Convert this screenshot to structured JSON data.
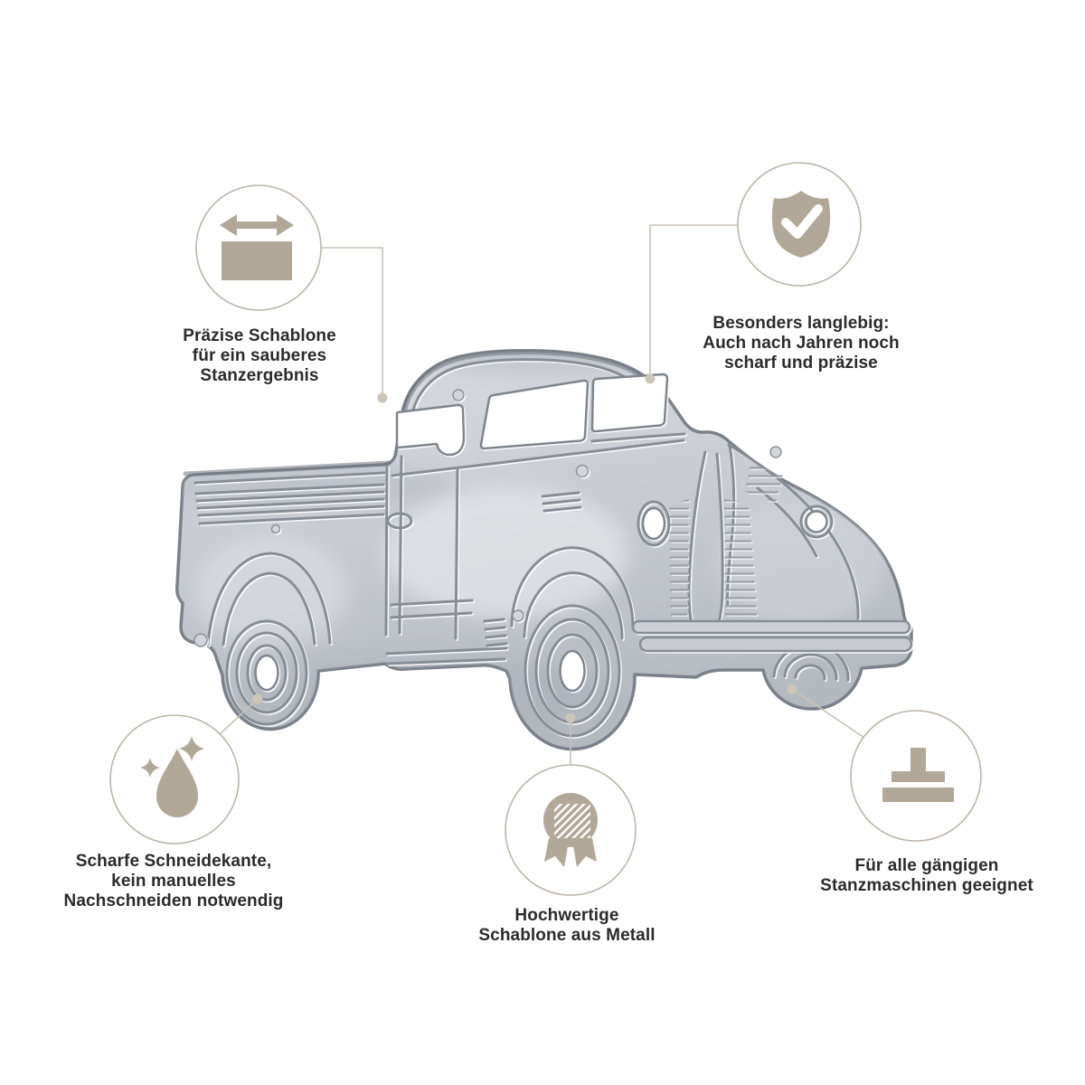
{
  "page": {
    "background": "#ffffff",
    "illustration": "Metal die-cutting template (Stanzschablone) of a vintage pickup truck, embossed silver metal"
  },
  "palette": {
    "accent_beige": "#b2a89a",
    "circle_stroke": "#bdb5a8",
    "connector_line": "#c8c2b6",
    "text_color": "#2b2b2b",
    "metal_light": "#e9ebee",
    "metal_mid": "#c6cad0",
    "metal_dark": "#868d95"
  },
  "callouts": [
    {
      "id": "precision",
      "icon": "width-arrow-icon",
      "lines": [
        "Präzise Schablone",
        "für ein sauberes",
        "Stanzergebnis"
      ]
    },
    {
      "id": "durability",
      "icon": "shield-check-icon",
      "lines": [
        "Besonders langlebig:",
        "Auch nach Jahren noch",
        "scharf und präzise"
      ]
    },
    {
      "id": "sharp-edge",
      "icon": "droplet-sparkle-icon",
      "lines": [
        "Scharfe Schneidekante,",
        "kein manuelles",
        "Nachschneiden notwendig"
      ]
    },
    {
      "id": "quality",
      "icon": "medal-icon",
      "lines": [
        "Hochwertige",
        "Schablone aus Metall"
      ]
    },
    {
      "id": "compatibility",
      "icon": "die-press-icon",
      "lines": [
        "Für alle gängigen",
        "Stanzmaschinen geeignet"
      ]
    }
  ]
}
